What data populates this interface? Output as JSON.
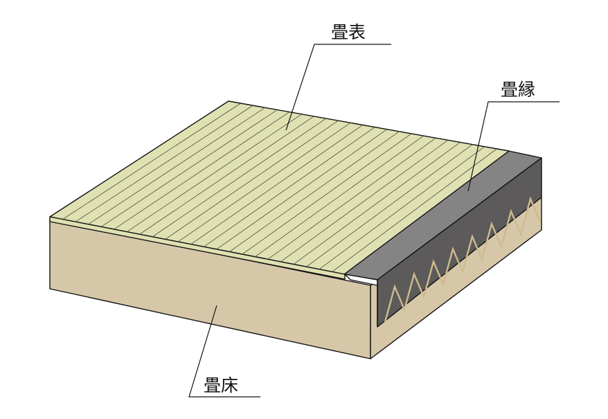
{
  "labels": {
    "tatami_omote": "畳表",
    "tatami_beri": "畳縁",
    "tatami_doko": "畳床"
  },
  "colors": {
    "surface": "#dfe1b2",
    "surface_lines": "#4a4a3a",
    "base": "#d6c7a9",
    "base_top": "#e4d8bf",
    "border_cloth": "#848484",
    "border_side": "#5c5a5a",
    "stitch": "#cdbb8e",
    "outline": "#111111"
  }
}
